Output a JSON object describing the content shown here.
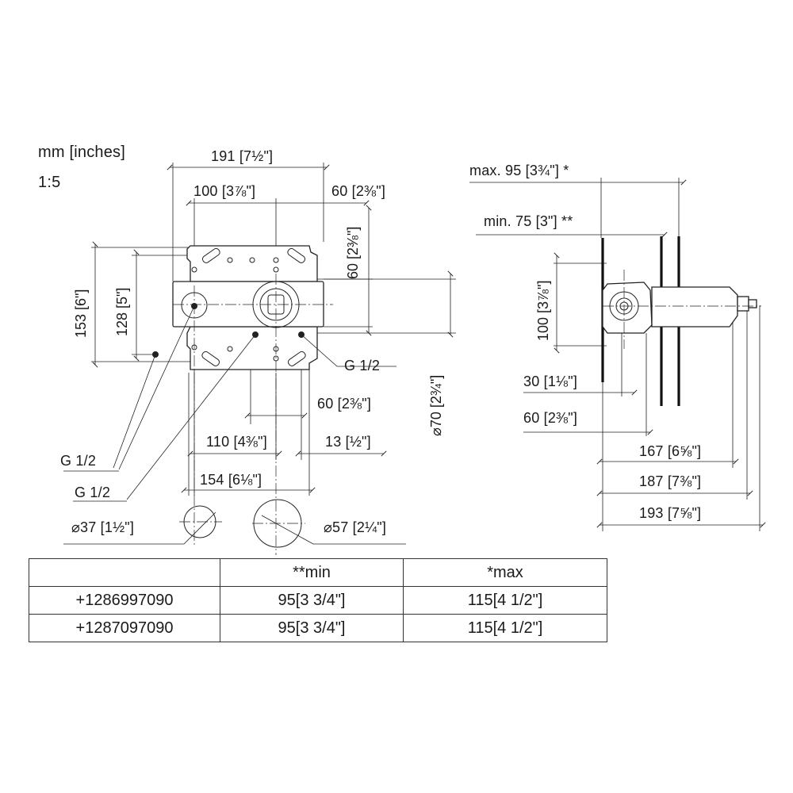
{
  "header": {
    "units": "mm [inches]",
    "scale": "1:5"
  },
  "front_view": {
    "dim_width_total": "191 [7½\"]",
    "dim_hole_spacing": "100 [3⅞\"]",
    "dim_offset_right": "60 [2⅜\"]",
    "dim_height_right": "60 [2⅜\"]",
    "dim_height_153": "153 [6\"]",
    "dim_height_128": "128 [5\"]",
    "dim_diameter_70": "⌀70 [2¾\"]",
    "thread_right": "G 1/2",
    "thread_left_1": "G 1/2",
    "thread_left_2": "G 1/2",
    "dim_bottom_60": "60 [2⅜\"]",
    "dim_110": "110 [4⅜\"]",
    "dim_13": "13 [½\"]",
    "dim_154": "154 [6⅛\"]",
    "dim_diameter_37": "⌀37 [1½\"]",
    "dim_diameter_57": "⌀57 [2¼\"]"
  },
  "side_view": {
    "max_depth": "max. 95 [3¾\"] *",
    "min_depth": "min. 75 [3\"] **",
    "dim_height_100": "100 [3⅞\"]",
    "dim_30": "30 [1⅛\"]",
    "dim_60": "60 [2⅜\"]",
    "dim_167": "167 [6⅝\"]",
    "dim_187": "187 [7⅜\"]",
    "dim_193": "193 [7⅝\"]"
  },
  "spec_table": {
    "headers": [
      "",
      "**min",
      "*max"
    ],
    "rows": [
      [
        "+1286997090",
        "95[3 3/4\"]",
        "115[4 1/2\"]"
      ],
      [
        "+1287097090",
        "95[3 3/4\"]",
        "115[4 1/2\"]"
      ]
    ]
  }
}
